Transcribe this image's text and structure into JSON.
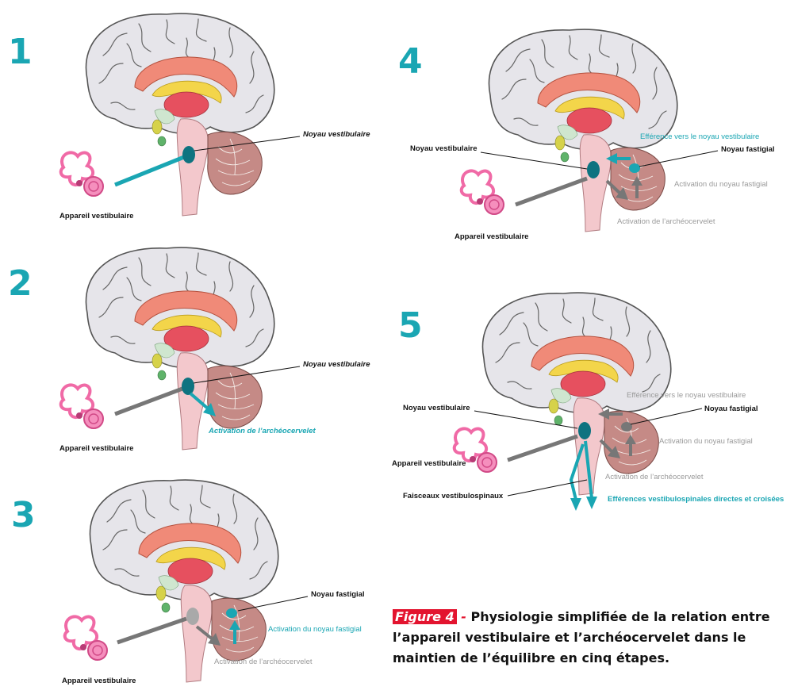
{
  "panels": [
    {
      "number": "1",
      "labels": {
        "noyau_vestibulaire": "Noyau vestibulaire",
        "appareil_vestibulaire": "Appareil vestibulaire"
      }
    },
    {
      "number": "2",
      "labels": {
        "noyau_vestibulaire": "Noyau vestibulaire",
        "appareil_vestibulaire": "Appareil vestibulaire",
        "activation_archeo": "Activation de l’archéocervelet"
      }
    },
    {
      "number": "3",
      "labels": {
        "noyau_fastigial": "Noyau fastigial",
        "activation_fastigial": "Activation du noyau fastigial",
        "activation_archeo": "Activation de l’archéocervelet",
        "appareil_vestibulaire": "Appareil vestibulaire"
      }
    },
    {
      "number": "4",
      "labels": {
        "efference": "Efférence vers le noyau vestibulaire",
        "noyau_vestibulaire": "Noyau vestibulaire",
        "noyau_fastigial": "Noyau fastigial",
        "activation_fastigial": "Activation du noyau fastigial",
        "activation_archeo": "Activation de l’archéocervelet",
        "appareil_vestibulaire": "Appareil vestibulaire"
      }
    },
    {
      "number": "5",
      "labels": {
        "efference": "Efférence vers le noyau vestibulaire",
        "noyau_vestibulaire": "Noyau vestibulaire",
        "noyau_fastigial": "Noyau fastigial",
        "activation_fastigial": "Activation du noyau fastigial",
        "appareil_vestibulaire": "Appareil vestibulaire",
        "activation_archeo": "Activation de l’archéocervelet",
        "faisceaux": "Faisceaux vestibulospinaux",
        "efferences_spinales": "Efférences vestibulospinales directes et croisées"
      }
    }
  ],
  "caption": {
    "figure_tag": "Figure 4",
    "separator": " - ",
    "text": "Physiologie simplifiée de la relation entre l’appareil vestibulaire et l’archéocervelet dans le maintien de l’équilibre en cinq étapes."
  },
  "colors": {
    "teal": "#1aa6b3",
    "gray_arrow": "#777777",
    "brain_fill": "#e6e5ea",
    "corpus_callosum": "#f08a78",
    "thalamus": "#e6505f",
    "brainstem": "#f3c8cc",
    "cerebellum": "#c58a86",
    "ear": "#f06aa6",
    "caption_red": "#e3142f"
  }
}
